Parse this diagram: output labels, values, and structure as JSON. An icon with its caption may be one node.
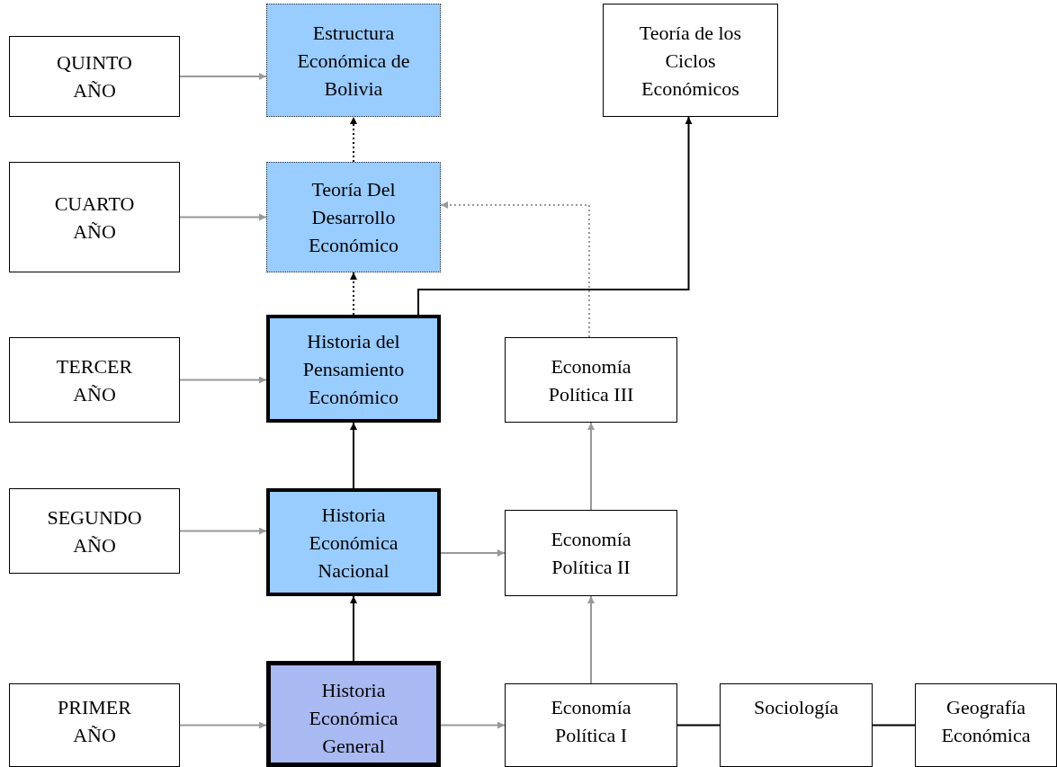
{
  "diagram": {
    "nodes": [
      {
        "text": [
          "QUINTO AÑO"
        ]
      },
      {
        "text": [
          "Estructura Económica de Bolivia"
        ]
      },
      {
        "text": [
          "Teoría de los Ciclos Económicos"
        ]
      },
      {
        "text": [
          "CUARTO AÑO"
        ]
      },
      {
        "text": [
          "Teoría Del Desarrollo Económico"
        ]
      },
      {
        "text": [
          "TERCER AÑO"
        ]
      },
      {
        "text": [
          "Historia del Pensamiento Económico"
        ]
      },
      {
        "text": [
          "Economía Política III"
        ]
      },
      {
        "text": [
          "SEGUNDO AÑO"
        ]
      },
      {
        "text": [
          "Historia Económica Nacional"
        ]
      },
      {
        "text": [
          "Economía Política II"
        ]
      },
      {
        "text": [
          "PRIMER AÑO"
        ]
      },
      {
        "text": [
          "Historia Económica General"
        ]
      },
      {
        "text": [
          "Economía Política I"
        ]
      },
      {
        "text": [
          "Sociología"
        ]
      },
      {
        "text": [
          "Geografía Económica"
        ]
      }
    ],
    "edges": [
      {
        "from": 0,
        "to": 1,
        "arrow": "to"
      },
      {
        "from": 3,
        "to": 4,
        "arrow": "to"
      },
      {
        "from": 5,
        "to": 6,
        "arrow": "to"
      },
      {
        "from": 8,
        "to": 9,
        "arrow": "to"
      },
      {
        "from": 11,
        "to": 12,
        "arrow": "to"
      },
      {
        "from": 12,
        "to": 13,
        "arrow": "to"
      },
      {
        "from": 9,
        "to": 10,
        "arrow": "to"
      },
      {
        "from": 13,
        "to": 10,
        "arrow": "to"
      },
      {
        "from": 10,
        "to": 7,
        "arrow": "to"
      },
      {
        "from": 7,
        "to": 4,
        "arrow": "to",
        "style": "dashed"
      },
      {
        "from": 6,
        "to": 4,
        "arrow": "to",
        "style": "dashed",
        "color": "#000000"
      },
      {
        "from": 4,
        "to": 1,
        "arrow": "to",
        "style": "dashed",
        "color": "#000000"
      },
      {
        "from": 12,
        "to": 9,
        "arrow": "to",
        "color": "#000000"
      },
      {
        "from": 9,
        "to": 6,
        "arrow": "to",
        "color": "#000000"
      },
      {
        "from": 6,
        "to": 2,
        "arrow": "to",
        "color": "#000000"
      },
      {
        "from": 13,
        "to": 14,
        "arrow": "none",
        "color": "#000000"
      },
      {
        "from": 14,
        "to": 15,
        "arrow": "none",
        "color": "#000000"
      }
    ]
  }
}
